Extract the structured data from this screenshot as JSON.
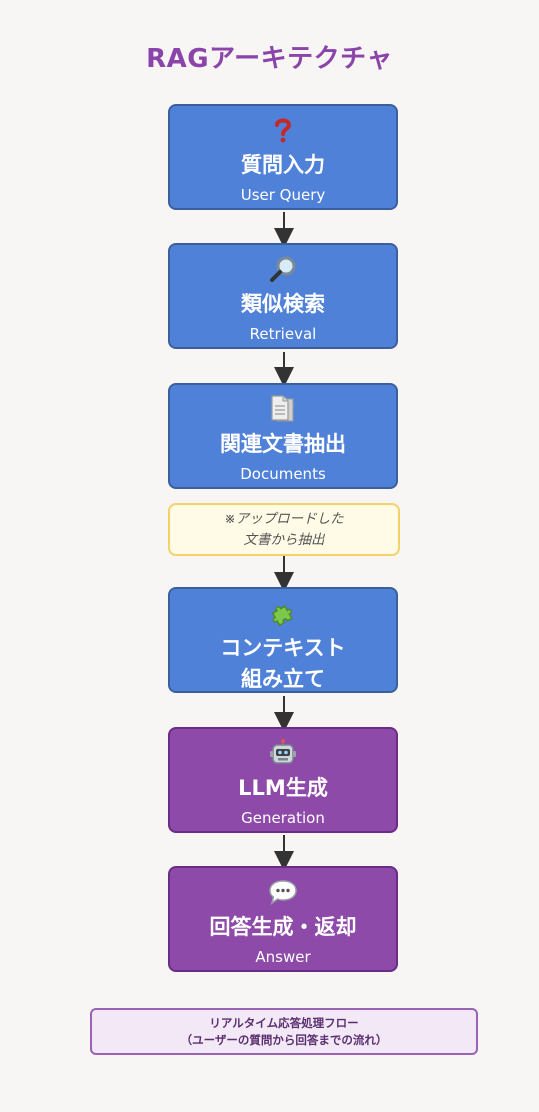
{
  "title": "RAGアーキテクチャ",
  "steps": [
    {
      "icon": "question-mark-icon",
      "main": "質問入力",
      "sub": "User Query",
      "color": "#4f81d9"
    },
    {
      "icon": "magnifier-icon",
      "main": "類似検索",
      "sub": "Retrieval",
      "color": "#4f81d9"
    },
    {
      "icon": "document-icon",
      "main": "関連文書抽出",
      "sub": "Documents",
      "color": "#4f81d9"
    },
    {
      "icon": "puzzle-icon",
      "main_line1": "コンテキスト",
      "main_line2": "組み立て",
      "color": "#4f81d9"
    },
    {
      "icon": "robot-icon",
      "main": "LLM生成",
      "sub": "Generation",
      "color": "#8e4aa9"
    },
    {
      "icon": "speech-bubble-icon",
      "main": "回答生成・返却",
      "sub": "Answer",
      "color": "#8e4aa9"
    }
  ],
  "note": {
    "line1": "※アップロードした",
    "line2": "文書から抽出"
  },
  "footer": {
    "line1": "リアルタイム応答処理フロー",
    "line2": "（ユーザーの質問から回答までの流れ）"
  }
}
